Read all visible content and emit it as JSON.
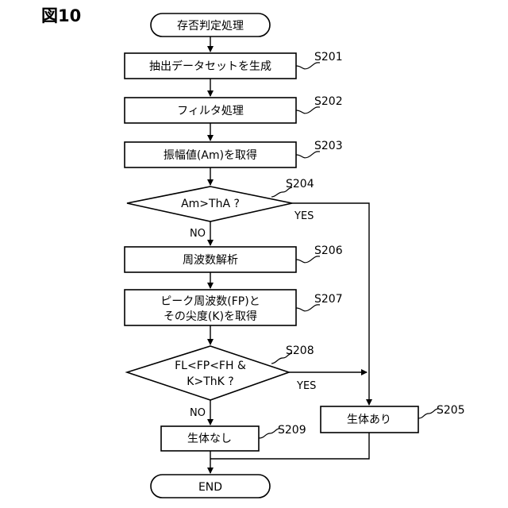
{
  "figure_label": "図10",
  "nodes": {
    "start": "存否判定処理",
    "s201": "抽出データセットを生成",
    "s202": "フィルタ処理",
    "s203": "振幅値(Am)を取得",
    "s204": "Am>ThA ?",
    "s206": "周波数解析",
    "s207_line1": "ピーク周波数(FP)と",
    "s207_line2": "その尖度(K)を取得",
    "s208_line1": "FL<FP<FH &",
    "s208_line2": "K>ThK ?",
    "s209": "生体なし",
    "s205": "生体あり",
    "end": "END"
  },
  "step_labels": {
    "s201": "S201",
    "s202": "S202",
    "s203": "S203",
    "s204": "S204",
    "s206": "S206",
    "s207": "S207",
    "s208": "S208",
    "s209": "S209",
    "s205": "S205"
  },
  "branches": {
    "yes": "YES",
    "no": "NO"
  }
}
